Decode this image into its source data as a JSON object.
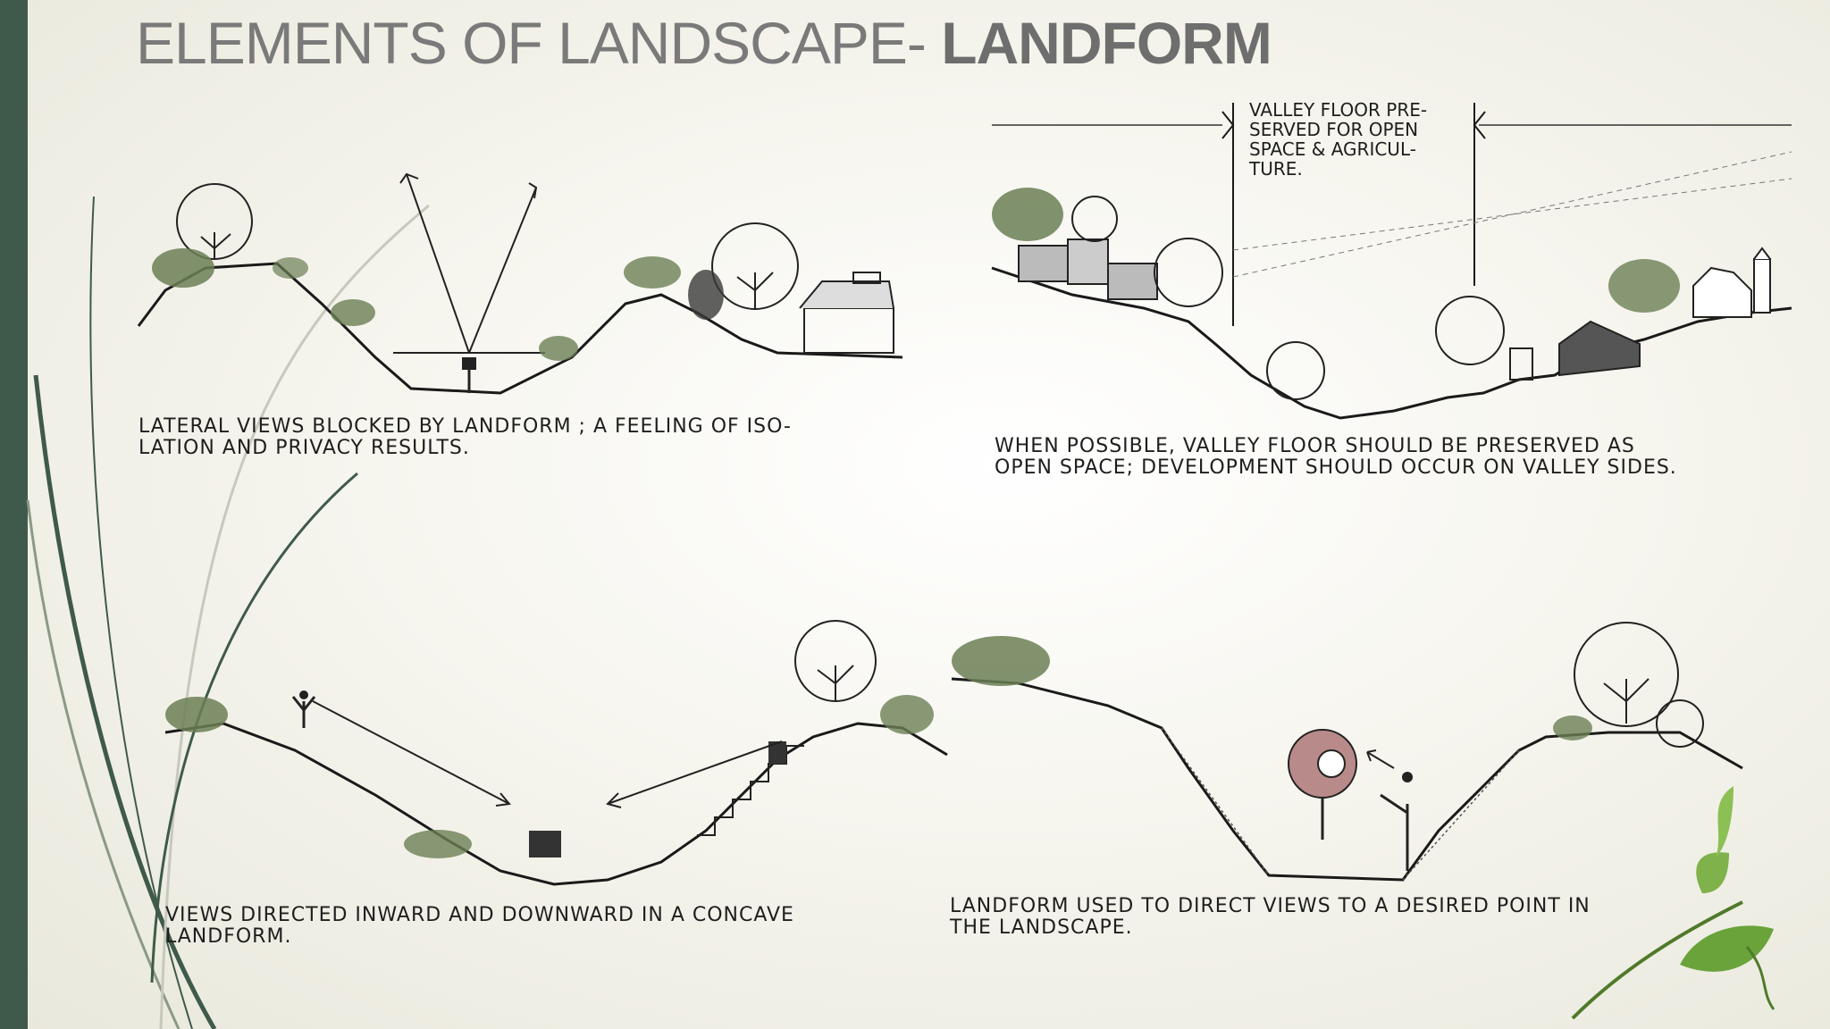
{
  "slide": {
    "title_prefix": "ELEMENTS OF LANDSCAPE- ",
    "title_emphasis": "LANDFORM",
    "accent_colors": {
      "side_bar": "#3f5a4b",
      "vegetation": "#6b7f55",
      "leaves": "#7fb24a"
    }
  },
  "sketches": {
    "top_left": {
      "caption_line1": "LATERAL VIEWS BLOCKED BY LANDFORM ; A FEELING OF ISO-",
      "caption_line2": "LATION AND PRIVACY RESULTS."
    },
    "top_right": {
      "label_line1": "VALLEY FLOOR PRE-",
      "label_line2": "SERVED FOR OPEN",
      "label_line3": "SPACE & AGRICUL-",
      "label_line4": "TURE.",
      "caption_line1": "WHEN POSSIBLE, VALLEY FLOOR SHOULD BE PRESERVED AS",
      "caption_line2": "OPEN SPACE; DEVELOPMENT SHOULD OCCUR ON VALLEY SIDES."
    },
    "bottom_left": {
      "caption_line1": "VIEWS DIRECTED INWARD AND DOWNWARD IN A CONCAVE",
      "caption_line2": "LANDFORM."
    },
    "bottom_right": {
      "caption_line1": "LANDFORM USED TO DIRECT VIEWS TO A DESIRED POINT IN",
      "caption_line2": "THE LANDSCAPE."
    }
  }
}
